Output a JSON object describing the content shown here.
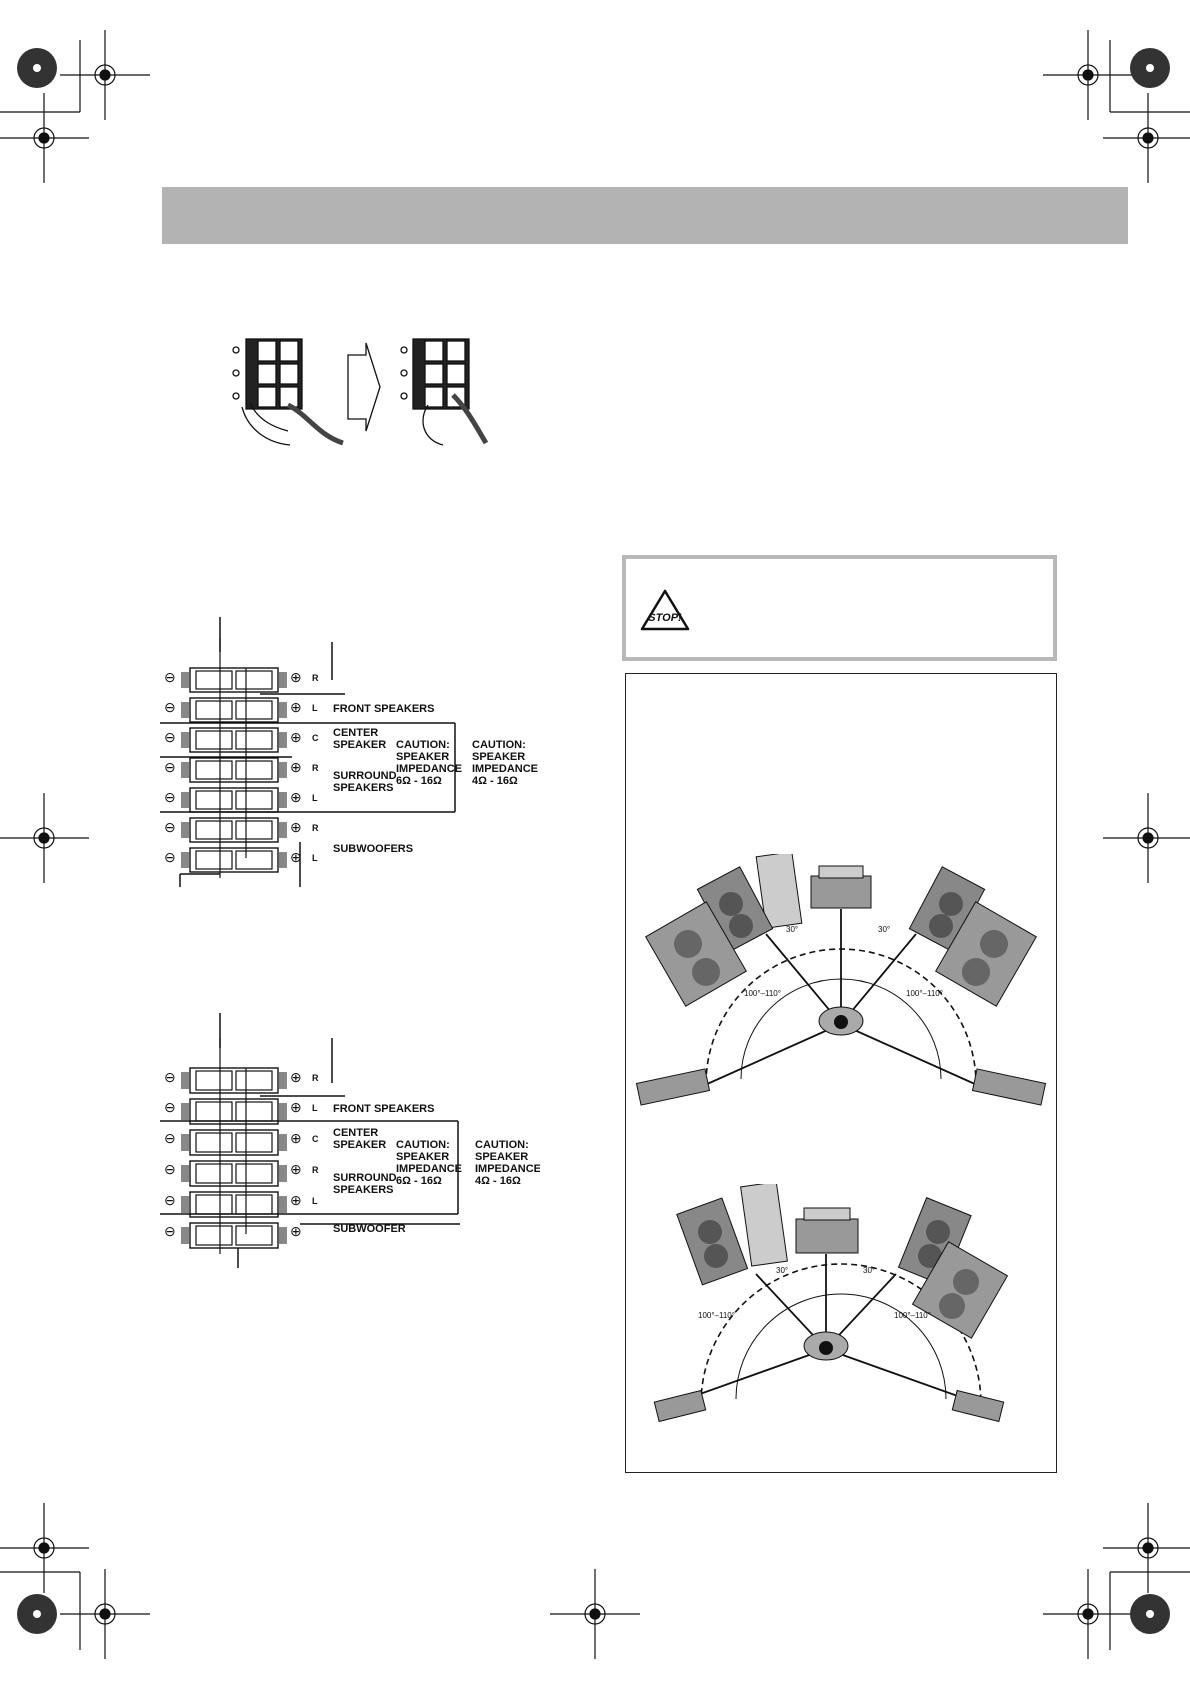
{
  "header": {
    "band_color": "#b3b3b3"
  },
  "step_figure": {
    "arrow_icon": "right-arrow-icon"
  },
  "diagram_a": {
    "sym_minus": "⊖",
    "sym_plus": "⊕",
    "ch_r": "R",
    "ch_l": "L",
    "ch_c": "C",
    "front": "FRONT SPEAKERS",
    "center_1": "CENTER",
    "center_2": "SPEAKER",
    "surround_1": "SURROUND",
    "surround_2": "SPEAKERS",
    "caution1_1": "CAUTION:",
    "caution1_2": "SPEAKER",
    "caution1_3": "IMPEDANCE",
    "caution1_4": "6Ω - 16Ω",
    "caution2_1": "CAUTION:",
    "caution2_2": "SPEAKER",
    "caution2_3": "IMPEDANCE",
    "caution2_4": "4Ω - 16Ω",
    "sub": "SUBWOOFERS"
  },
  "diagram_b": {
    "sym_minus": "⊖",
    "sym_plus": "⊕",
    "ch_r": "R",
    "ch_l": "L",
    "ch_c": "C",
    "front": "FRONT SPEAKERS",
    "center_1": "CENTER",
    "center_2": "SPEAKER",
    "surround_1": "SURROUND",
    "surround_2": "SPEAKERS",
    "caution1_1": "CAUTION:",
    "caution1_2": "SPEAKER",
    "caution1_3": "IMPEDANCE",
    "caution1_4": "6Ω - 16Ω",
    "caution2_1": "CAUTION:",
    "caution2_2": "SPEAKER",
    "caution2_3": "IMPEDANCE",
    "caution2_4": "4Ω - 16Ω",
    "sub": "SUBWOOFER"
  },
  "stop_notice": {
    "icon": "stop-warning-icon",
    "icon_text": "STOP!"
  },
  "placement": {
    "top": {
      "angle_front": "30°",
      "angle_rear": "100°–110°"
    },
    "bottom": {
      "angle_front": "30°",
      "angle_rear": "100°–110°"
    }
  }
}
